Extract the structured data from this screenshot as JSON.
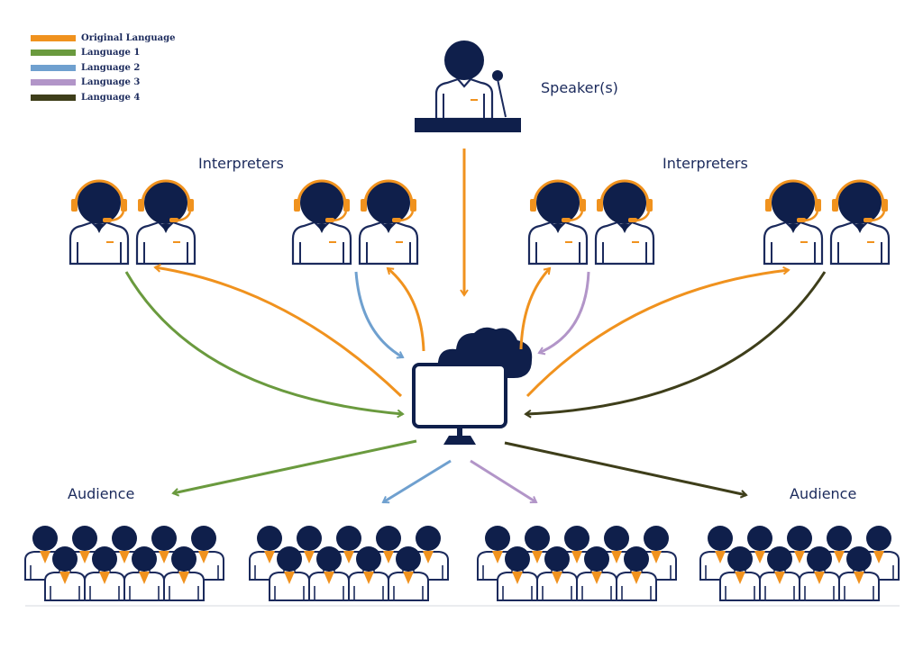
{
  "colors": {
    "navy": "#0f1f4b",
    "original": "#f0921e",
    "language1": "#6a9a3e",
    "language2": "#6fa0cf",
    "language3": "#b295c8",
    "language4": "#3e3e1a"
  },
  "legend": [
    {
      "label": "Original Language",
      "color": "#f0921e"
    },
    {
      "label": "Language 1",
      "color": "#6a9a3e"
    },
    {
      "label": "Language 2",
      "color": "#6fa0cf"
    },
    {
      "label": "Language 3",
      "color": "#b295c8"
    },
    {
      "label": "Language 4",
      "color": "#3e3e1a"
    }
  ],
  "labels": {
    "speaker": "Speaker(s)",
    "interpreters_left": "Interpreters",
    "interpreters_right": "Interpreters",
    "audience_left": "Audience",
    "audience_right": "Audience"
  },
  "icons": {
    "speaker": "speaker-at-podium-icon",
    "interpreter": "interpreter-headset-icon",
    "platform": "cloud-computer-icon",
    "audience": "audience-group-icon"
  }
}
